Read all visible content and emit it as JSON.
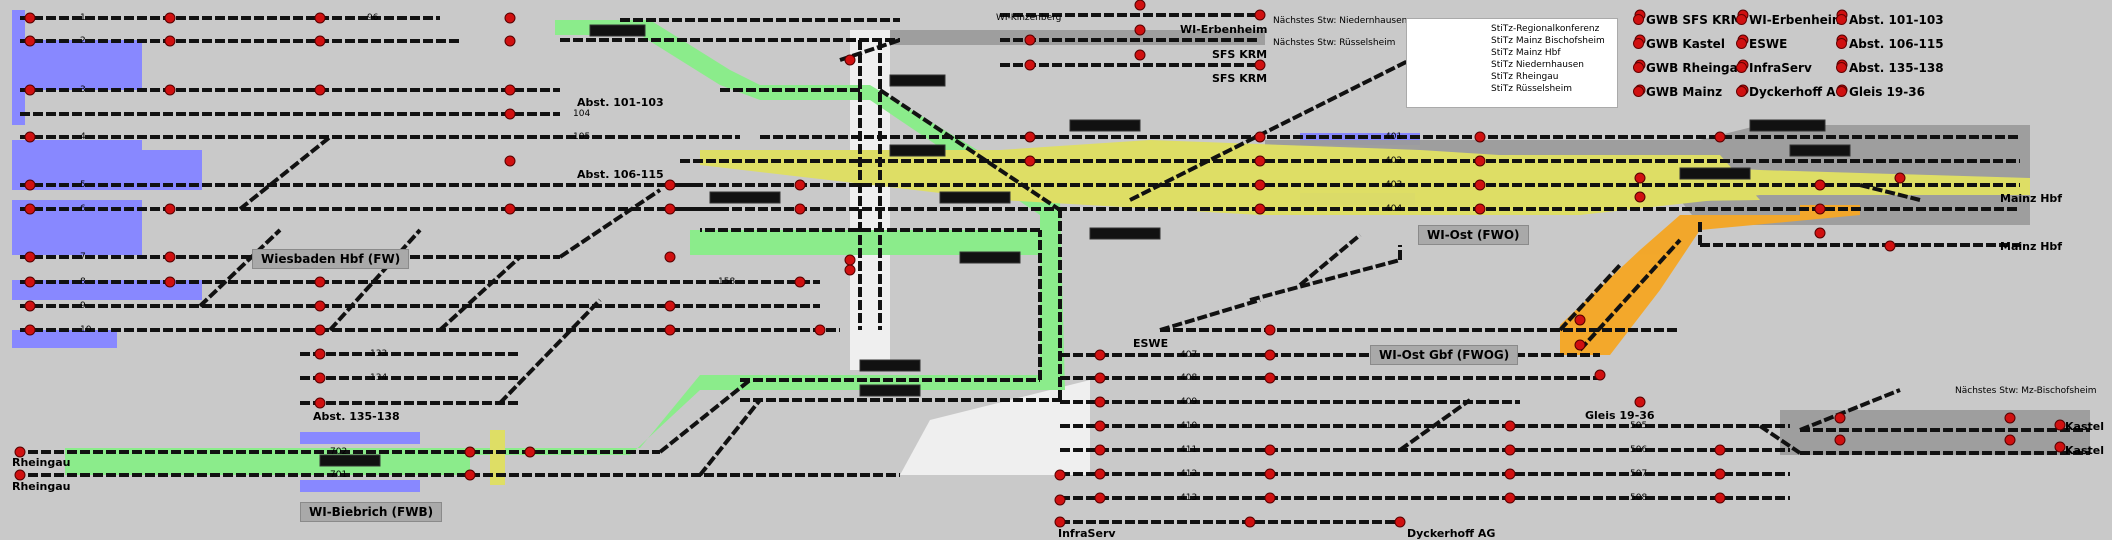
{
  "header": {
    "next_station_left_1": "Nächstes Stw: Niedernhausen",
    "next_station_left_2": "Nächstes Stw: Rüsselsheim",
    "next_station_right": "Nächstes Stw: Mz-Bischofsheim",
    "wi_kinzenberg": "WI-Kinzenberg"
  },
  "legend": {
    "rows": [
      "StiTz-Regionalkonferenz",
      "StiTz Mainz Bischofsheim",
      "StiTz Mainz Hbf",
      "StiTz Niedernhausen",
      "StiTz Rheingau",
      "StiTz Rüsselsheim"
    ]
  },
  "right_buttons": [
    {
      "label": "GWB SFS KRM"
    },
    {
      "label": "WI-Erbenheim"
    },
    {
      "label": "Abst. 101-103"
    },
    {
      "label": "GWB Kastel"
    },
    {
      "label": "ESWE"
    },
    {
      "label": "Abst. 106-115"
    },
    {
      "label": "GWB Rheingau"
    },
    {
      "label": "InfraServ"
    },
    {
      "label": "Abst. 135-138"
    },
    {
      "label": "GWB Mainz"
    },
    {
      "label": "Dyckerhoff AG"
    },
    {
      "label": "Gleis 19-36"
    }
  ],
  "stations": {
    "wiesbaden_hbf": "Wiesbaden Hbf (FW)",
    "wi_ost": "WI-Ost (FWO)",
    "wi_ost_gbf": "WI-Ost Gbf (FWOG)",
    "wi_biebrich": "WI-Biebrich (FWB)"
  },
  "place_labels": {
    "wi_erbenheim": "WI-Erbenheim",
    "sfs_krm_1": "SFS KRM",
    "sfs_krm_2": "SFS KRM",
    "abst_101_103": "Abst. 101-103",
    "abst_106_115": "Abst. 106-115",
    "abst_135_138": "Abst. 135-138",
    "mainz_hbf_1": "Mainz Hbf",
    "mainz_hbf_2": "Mainz Hbf",
    "rheingau_1": "Rheingau",
    "rheingau_2": "Rheingau",
    "eswe": "ESWE",
    "gleis_19_36": "Gleis 19-36",
    "kastel_1": "Kastel",
    "kastel_2": "Kastel",
    "infraserv": "InfraServ",
    "dyckerhoff": "Dyckerhoff AG"
  },
  "track_numbers": {
    "t1": "1",
    "t2": "2",
    "t3": "3",
    "t4": "4",
    "t5": "5",
    "t6": "6",
    "t7": "7",
    "t8": "8",
    "t9": "9",
    "t10": "10",
    "t96": "96",
    "t104": "104",
    "t105": "105",
    "t133": "133",
    "t134": "134",
    "t158": "158",
    "t401": "401",
    "t402": "402",
    "t403": "403",
    "t404": "404",
    "t407": "407",
    "t408": "408",
    "t409": "409",
    "t410": "410",
    "t411": "411",
    "t412": "412",
    "t413": "413",
    "t505": "505",
    "t506": "506",
    "t507": "507",
    "t508": "508",
    "t701": "701",
    "t702": "702"
  },
  "colors": {
    "background": "#c9c9c9",
    "track": "#111111",
    "route_green": "#88ee88",
    "route_yellow": "#e0e060",
    "route_orange": "#f5a623",
    "route_white": "#f2f2f2",
    "route_grey": "#9c9c9c",
    "platform_blue": "#8888ff",
    "signal_red": "#d01010"
  }
}
